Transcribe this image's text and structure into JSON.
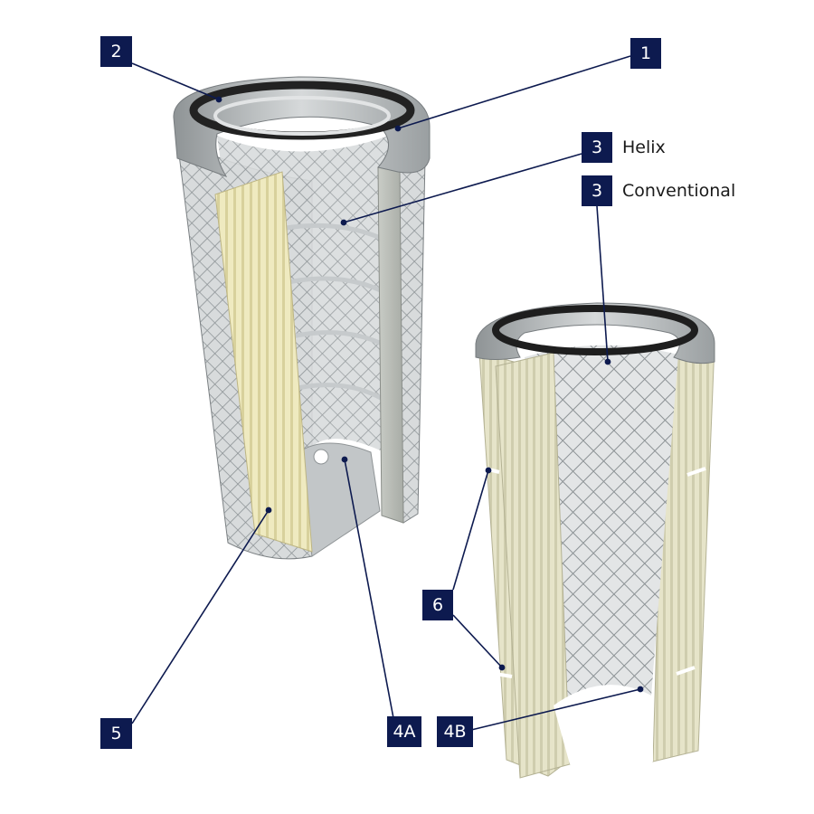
{
  "colors": {
    "badge": "#0d1a4f",
    "leader": "#0d1a4f",
    "pleat_media": "#ece7b8",
    "metal_mesh": "#9aa0a3",
    "gasket": "#222222",
    "end_cap": "#b9bdbf"
  },
  "callouts": {
    "c1": {
      "badge": "1"
    },
    "c2": {
      "badge": "2"
    },
    "c3a": {
      "badge": "3",
      "caption": "Helix"
    },
    "c3b": {
      "badge": "3",
      "caption": "Conventional"
    },
    "c4a": {
      "badge": "4A"
    },
    "c4b": {
      "badge": "4B"
    },
    "c5": {
      "badge": "5"
    },
    "c6": {
      "badge": "6"
    }
  }
}
